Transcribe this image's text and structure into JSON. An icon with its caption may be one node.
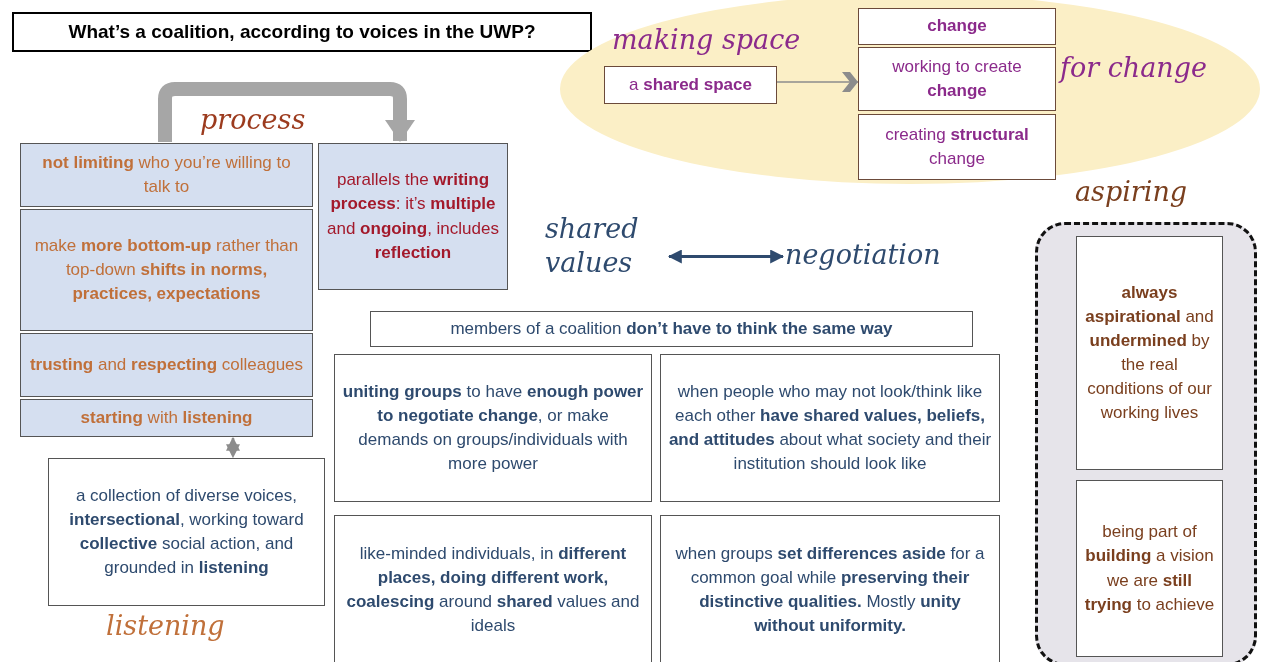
{
  "diagram": {
    "title": "What’s a coalition, according to voices in the UWP?",
    "nodes": [
      {
        "text": [
          "**not limiting** who you’re willing to talk to"
        ]
      },
      {
        "text": [
          "make **more bottom-up** rather than top-down **shifts in norms, practices, expectations**"
        ]
      },
      {
        "text": [
          "**trusting** and **respecting** colleagues"
        ]
      },
      {
        "text": [
          "**starting** with **listening**"
        ]
      },
      {
        "text": [
          "parallels the **writing process**: it’s **multiple** and **ongoing**, includes **reflection**"
        ]
      },
      {
        "text": [
          "making space",
          "for change"
        ]
      },
      {
        "text": [
          "a **shared space**"
        ],
        "in": 5
      },
      {
        "text": [
          "**change**"
        ],
        "in": 5
      },
      {
        "text": [
          "working to create **change**"
        ],
        "in": 5
      },
      {
        "text": [
          "creating **structural** change"
        ],
        "in": 5
      },
      {
        "text": [
          "shared values"
        ]
      },
      {
        "text": [
          "negotiation"
        ]
      },
      {
        "text": [
          "members of a coalition **don’t have to think the same way**"
        ]
      },
      {
        "text": [
          "**uniting groups** to have **enough power to negotiate change**, or make demands on groups/individuals with more power"
        ]
      },
      {
        "text": [
          "when people who may not look/think like each other **have shared values, beliefs, and attitudes** about what society and their institution should look like"
        ]
      },
      {
        "text": [
          "like-minded individuals, in **different places, doing different work, coalescing** around **shared** values and ideals"
        ]
      },
      {
        "text": [
          "when groups **set differences aside** for a common goal while **preserving their distinctive qualities.** Mostly **unity without uniformity.**"
        ]
      },
      {
        "text": [
          "aspiring"
        ]
      },
      {
        "text": [
          "**always aspirational** and **undermined** by the real conditions of our working lives"
        ],
        "in": 17
      },
      {
        "text": [
          "being part of **building** a vision we are **still trying** to achieve"
        ],
        "in": 17
      },
      {
        "text": [
          "a collection of diverse voices, **intersectional**, working toward **collective** social action, and grounded in **listening**",
          "listening"
        ]
      }
    ],
    "edges": [
      {
        "from": 0,
        "to": 4,
        "arrow": "to",
        "label": "process",
        "style": "thick",
        "color": "#a6a6a6"
      },
      {
        "from": 6,
        "to": 8,
        "arrow": "to",
        "color": "#8c8c8c"
      },
      {
        "from": 10,
        "to": 11,
        "arrow": "both",
        "color": "#2e4a6e"
      },
      {
        "from": 3,
        "to": 20,
        "arrow": "both",
        "style": "dashed",
        "color": "#8c8c8c"
      }
    ]
  }
}
